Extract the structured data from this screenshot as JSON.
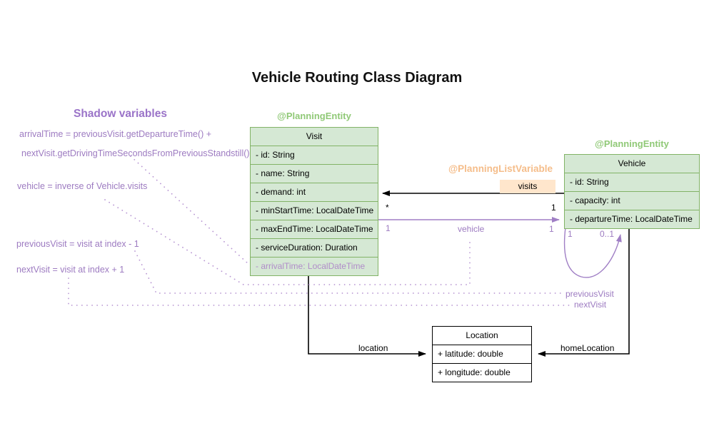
{
  "title": "Vehicle Routing Class Diagram",
  "colors": {
    "entity_fill": "#d5e8d4",
    "entity_border": "#82b366",
    "entity_annotation_text": "#90c977",
    "list_variable_annotation_text": "#f5bd8a",
    "visits_chip_fill": "#ffe6cc",
    "shadow_purple_text": "#9d7bc1",
    "shadow_purple_line": "#a07fc5",
    "black": "#000000"
  },
  "shadow_note": {
    "heading": "Shadow variables",
    "lines": [
      "arrivalTime = previousVisit.getDepartureTime() +",
      "nextVisit.getDrivingTimeSecondsFromPreviousStandstill()",
      "vehicle = inverse of Vehicle.visits",
      "previousVisit = visit at index - 1",
      "nextVisit = visit at index + 1"
    ]
  },
  "classes": {
    "visit": {
      "annotation": "@PlanningEntity",
      "name": "Visit",
      "attributes": [
        "- id: String",
        "- name: String",
        "- demand: int",
        "- minStartTime: LocalDateTime",
        "- maxEndTime: LocalDateTime",
        "- serviceDuration: Duration",
        "- arrivalTime: LocalDateTime"
      ]
    },
    "vehicle": {
      "annotation": "@PlanningEntity",
      "name": "Vehicle",
      "attributes": [
        "- id: String",
        "- capacity: int",
        "- departureTime: LocalDateTime"
      ]
    },
    "location": {
      "name": "Location",
      "attributes": [
        "+ latitude: double",
        "+ longitude: double"
      ]
    }
  },
  "edges": {
    "visits": {
      "annotation": "@PlanningListVariable",
      "label": "visits",
      "target_multiplicity": "*",
      "source_multiplicity": "1"
    },
    "vehicle": {
      "label": "vehicle",
      "source_multiplicity": "1",
      "target_multiplicity": "1"
    },
    "self_loop": {
      "source_multiplicity": "1",
      "target_multiplicity": "0..1"
    },
    "previous_visit_label": "previousVisit",
    "next_visit_label": "nextVisit",
    "location": {
      "label": "location"
    },
    "home_location": {
      "label": "homeLocation"
    }
  }
}
